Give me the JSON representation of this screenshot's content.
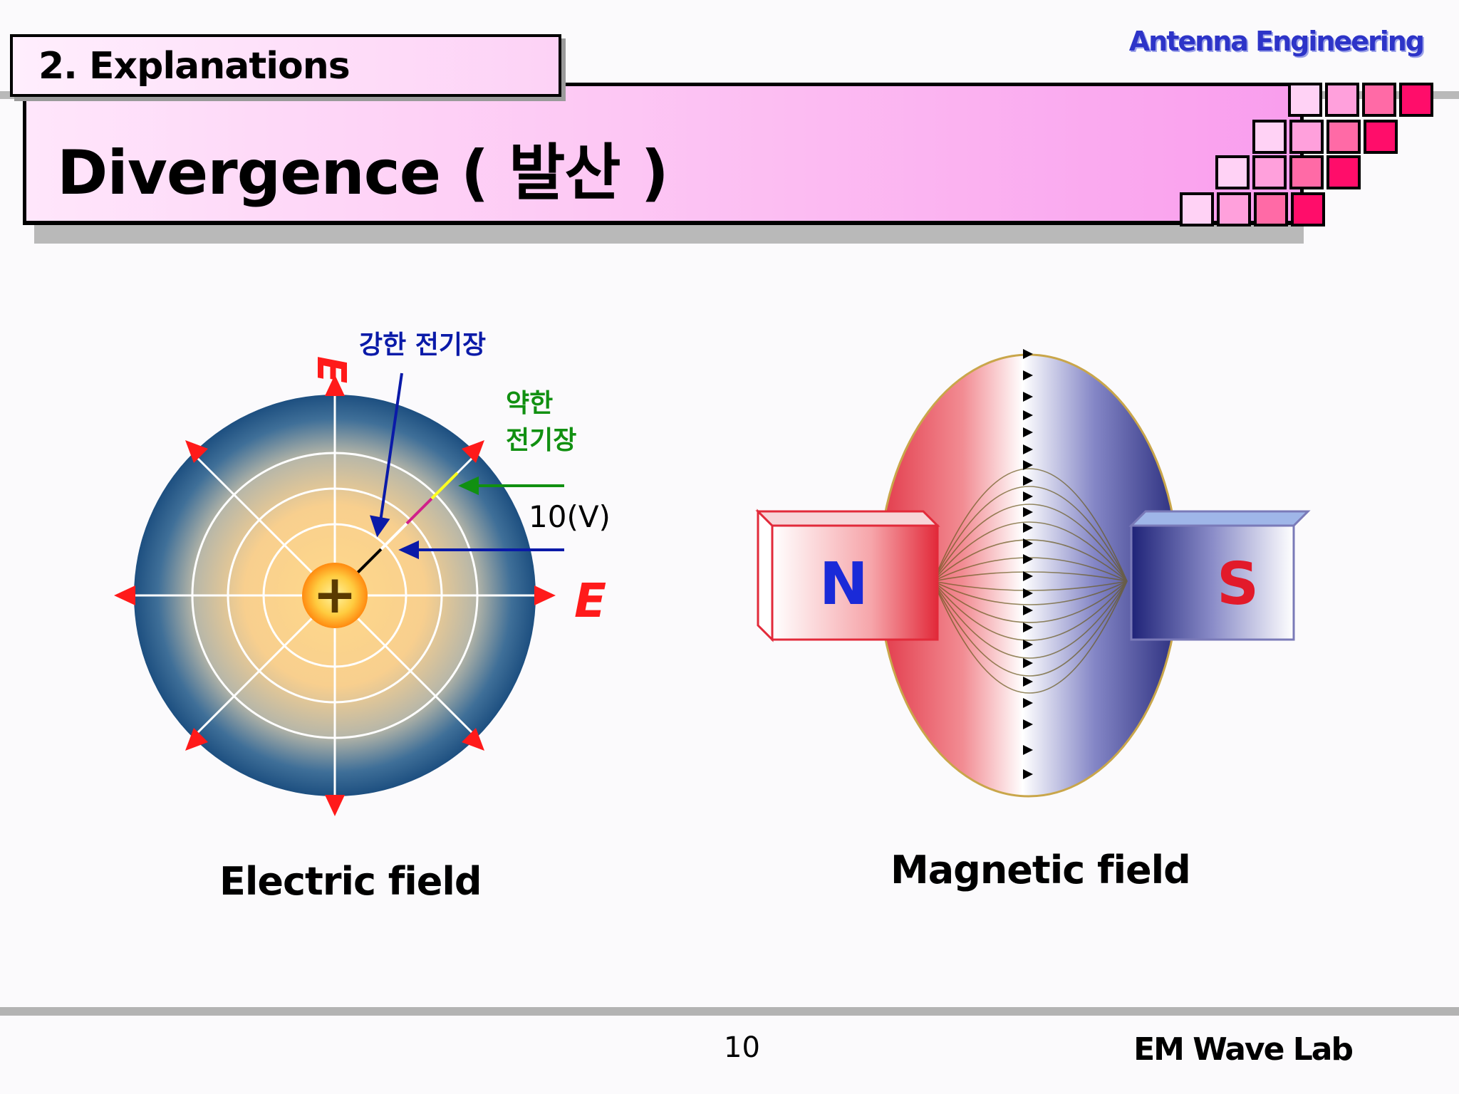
{
  "header": {
    "section_label": "2. Explanations",
    "slide_title": "Divergence ( 발산 )",
    "course_title": "Antenna Engineering"
  },
  "electric_diagram": {
    "strong_field_label": "강한 전기장",
    "weak_field_label_line1": "약한",
    "weak_field_label_line2": "전기장",
    "voltage_label": "10(V)",
    "field_symbol": "E",
    "charge_sign": "+",
    "caption": "Electric field"
  },
  "magnetic_diagram": {
    "north_label": "N",
    "south_label": "S",
    "caption": "Magnetic field"
  },
  "footer": {
    "page_number": "10",
    "lab_name": "EM Wave Lab"
  },
  "colors": {
    "title_pink": "#f99ded",
    "brand_blue": "#2d34c8",
    "tile_light": "#ffb5ee",
    "tile_mid": "#ff7ab5",
    "tile_dark": "#ff0d6a",
    "arrow_red": "#ff1a1a",
    "annotation_blue": "#0a1aa8",
    "annotation_green": "#119011"
  }
}
